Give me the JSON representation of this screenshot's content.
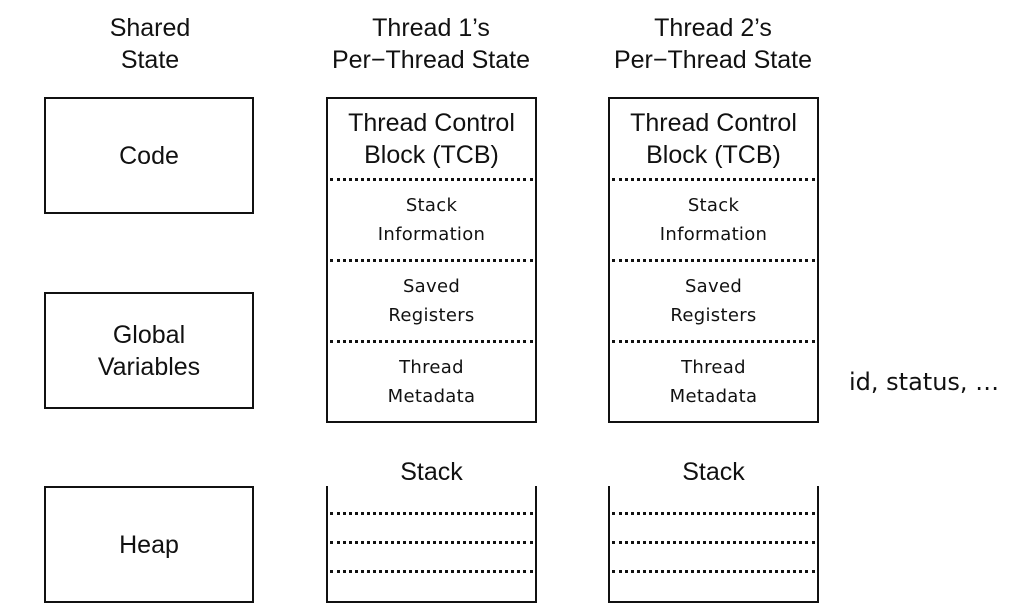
{
  "shared": {
    "title": "Shared\nState",
    "boxes": [
      "Code",
      "Global\nVariables",
      "Heap"
    ]
  },
  "threads": [
    {
      "title": "Thread 1’s\nPer−Thread State",
      "tcb_title": "Thread Control\nBlock (TCB)",
      "sections": [
        "Stack\nInformation",
        "Saved\nRegisters",
        "Thread\nMetadata"
      ],
      "stack_label": "Stack"
    },
    {
      "title": "Thread 2’s\nPer−Thread State",
      "tcb_title": "Thread Control\nBlock (TCB)",
      "sections": [
        "Stack\nInformation",
        "Saved\nRegisters",
        "Thread\nMetadata"
      ],
      "stack_label": "Stack"
    }
  ],
  "metadata_note": "id, status, …"
}
